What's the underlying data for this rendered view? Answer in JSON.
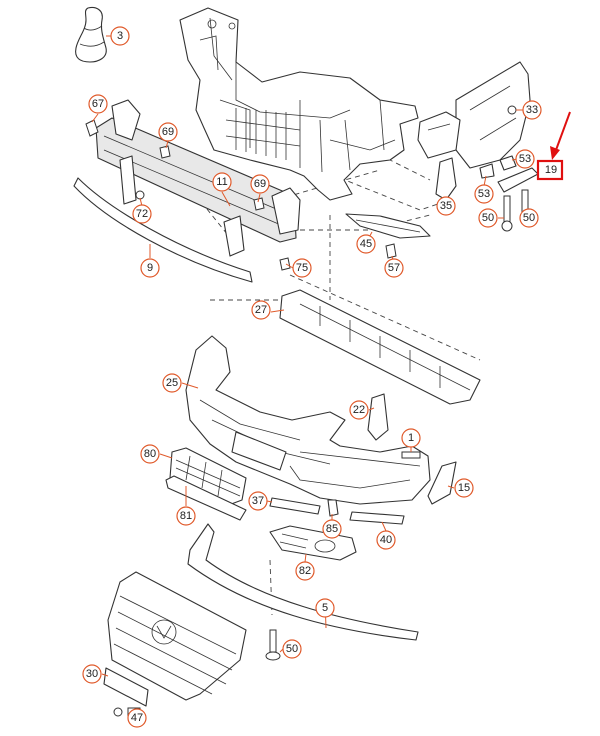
{
  "colors": {
    "callout_ring": "#e05a2b",
    "highlight": "#e01010",
    "line": "#333333"
  },
  "callouts": [
    {
      "id": "c3",
      "label": "3"
    },
    {
      "id": "c67",
      "label": "67"
    },
    {
      "id": "c69a",
      "label": "69"
    },
    {
      "id": "c11",
      "label": "11"
    },
    {
      "id": "c69b",
      "label": "69"
    },
    {
      "id": "c72",
      "label": "72"
    },
    {
      "id": "c9",
      "label": "9"
    },
    {
      "id": "c75",
      "label": "75"
    },
    {
      "id": "c45",
      "label": "45"
    },
    {
      "id": "c57",
      "label": "57"
    },
    {
      "id": "c35",
      "label": "35"
    },
    {
      "id": "c33",
      "label": "33"
    },
    {
      "id": "c53a",
      "label": "53"
    },
    {
      "id": "c53b",
      "label": "53"
    },
    {
      "id": "c50a",
      "label": "50"
    },
    {
      "id": "c50b",
      "label": "50"
    },
    {
      "id": "c27",
      "label": "27"
    },
    {
      "id": "c25",
      "label": "25"
    },
    {
      "id": "c22",
      "label": "22"
    },
    {
      "id": "c1",
      "label": "1"
    },
    {
      "id": "c80",
      "label": "80"
    },
    {
      "id": "c15",
      "label": "15"
    },
    {
      "id": "c37",
      "label": "37"
    },
    {
      "id": "c81",
      "label": "81"
    },
    {
      "id": "c85",
      "label": "85"
    },
    {
      "id": "c40",
      "label": "40"
    },
    {
      "id": "c82",
      "label": "82"
    },
    {
      "id": "c5",
      "label": "5"
    },
    {
      "id": "c50c",
      "label": "50"
    },
    {
      "id": "c30",
      "label": "30"
    },
    {
      "id": "c47",
      "label": "47"
    }
  ],
  "highlighted_part": {
    "label": "19"
  }
}
